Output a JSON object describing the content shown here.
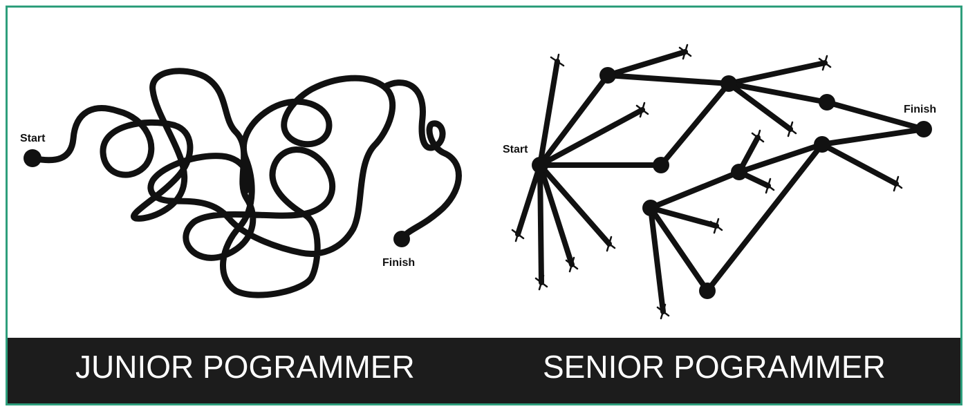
{
  "colors": {
    "frame_border": "#2e9e7c",
    "banner_background": "#1c1c1c",
    "banner_text": "#ffffff",
    "ink": "#111111"
  },
  "junior": {
    "start_label": "Start",
    "finish_label": "Finish",
    "caption": "JUNIOR POGRAMMER"
  },
  "senior": {
    "start_label": "Start",
    "finish_label": "Finish",
    "caption": "SENIOR POGRAMMER"
  }
}
